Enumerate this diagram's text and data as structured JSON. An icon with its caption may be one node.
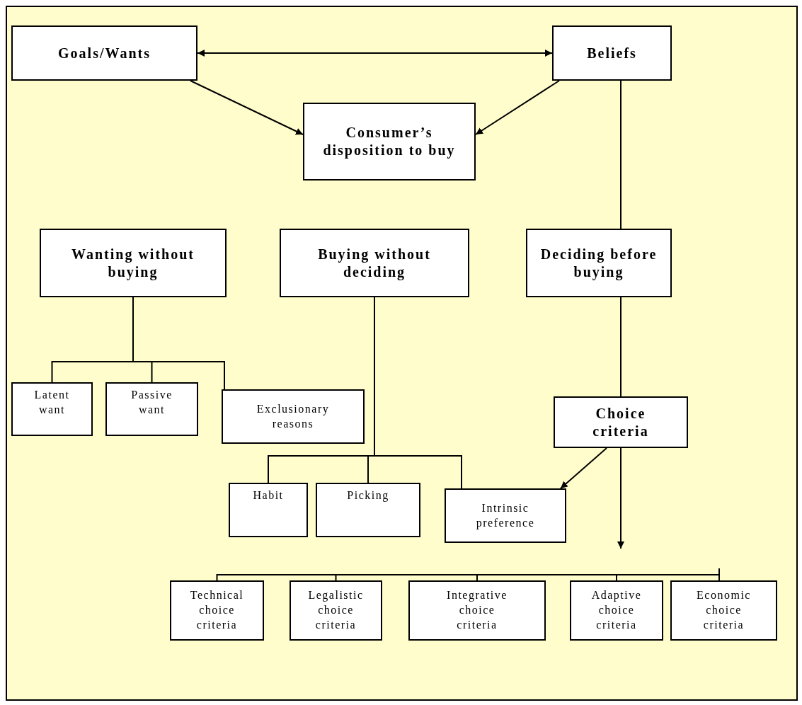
{
  "diagram": {
    "nodes": [
      {
        "text": [
          "Goals/Wants"
        ]
      },
      {
        "text": [
          "Beliefs"
        ]
      },
      {
        "text": [
          "Consumer’s disposition to buy"
        ]
      },
      {
        "text": [
          "Wanting without buying"
        ]
      },
      {
        "text": [
          "Buying without deciding"
        ]
      },
      {
        "text": [
          "Deciding before buying"
        ]
      },
      {
        "text": [
          "Latent want"
        ]
      },
      {
        "text": [
          "Passive want"
        ]
      },
      {
        "text": [
          "Exclusionary reasons"
        ]
      },
      {
        "text": [
          "Habit"
        ]
      },
      {
        "text": [
          "Picking"
        ]
      },
      {
        "text": [
          "Choice criteria"
        ]
      },
      {
        "text": [
          "Intrinsic preference"
        ]
      },
      {
        "text": [
          "Technical choice criteria"
        ]
      },
      {
        "text": [
          "Legalistic choice criteria"
        ]
      },
      {
        "text": [
          "Integrative choice criteria"
        ]
      },
      {
        "text": [
          "Adaptive choice criteria"
        ]
      },
      {
        "text": [
          "Economic choice criteria"
        ]
      }
    ],
    "edges": [
      {
        "from": 0,
        "to": 1,
        "arrow": "both"
      },
      {
        "from": 0,
        "to": 2,
        "arrow": "to"
      },
      {
        "from": 1,
        "to": 2,
        "arrow": "to"
      },
      {
        "from": 1,
        "to": 5,
        "arrow": "none"
      },
      {
        "from": 3,
        "to": 6,
        "arrow": "none"
      },
      {
        "from": 3,
        "to": 7,
        "arrow": "none"
      },
      {
        "from": 3,
        "to": 8,
        "arrow": "none"
      },
      {
        "from": 4,
        "to": 9,
        "arrow": "none"
      },
      {
        "from": 4,
        "to": 10,
        "arrow": "none"
      },
      {
        "from": 4,
        "to": 12,
        "arrow": "none"
      },
      {
        "from": 5,
        "to": 11,
        "arrow": "none"
      },
      {
        "from": 11,
        "to": 12,
        "arrow": "to"
      },
      {
        "from": 11,
        "to": null,
        "arrow": "to"
      }
    ]
  }
}
